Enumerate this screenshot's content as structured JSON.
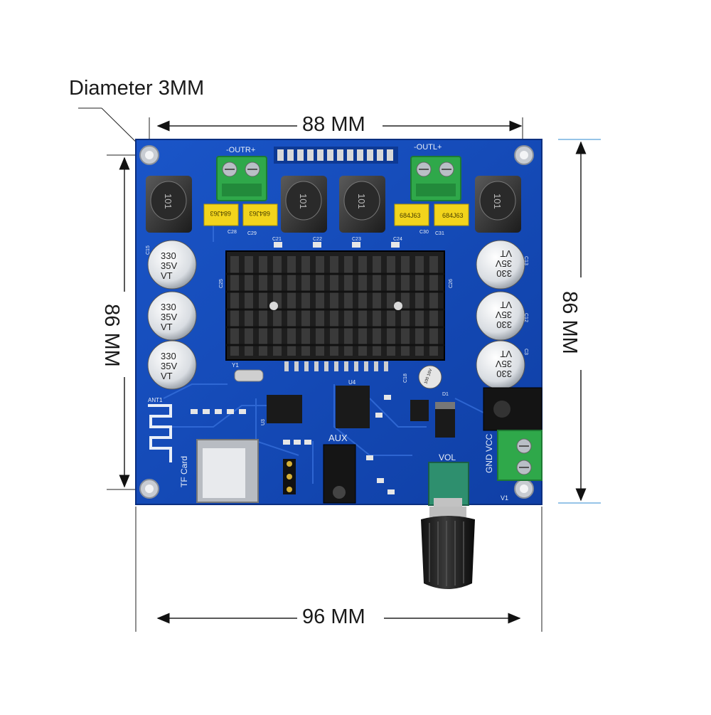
{
  "annotations": {
    "hole_label": "Diameter 3MM",
    "top_width": "88 MM",
    "bottom_width": "96 MM",
    "left_height": "86 MM",
    "right_height": "86 MM"
  },
  "board": {
    "color": "#1247b8",
    "silkscreen": {
      "out_right": "-OUTR+",
      "out_left": "-OUTL+",
      "aux": "AUX",
      "vol": "VOL",
      "gnd_vcc": "GND VCC",
      "tf_card": "TF Card",
      "ant": "ANT1",
      "v1": "V1",
      "u4": "U4",
      "y1": "Y1",
      "c28": "C28",
      "c29": "C29",
      "c30": "C30",
      "c31": "C31",
      "c21": "C21",
      "c22": "C22",
      "c23": "C23",
      "c24": "C24",
      "c25": "C25",
      "c26": "C26",
      "c18": "C18",
      "d1": "D1",
      "c15": "C15",
      "c13": "C13",
      "c12": "C12",
      "c3": "C3",
      "u3": "U3"
    },
    "inductor_label": "101",
    "film_cap_labels": [
      "684J63",
      "684J63",
      "684J63",
      "684J63"
    ],
    "electrolytic_caps": {
      "line1": "330",
      "line2": "35V",
      "line3": "VT"
    },
    "small_cap": "100 16V"
  }
}
